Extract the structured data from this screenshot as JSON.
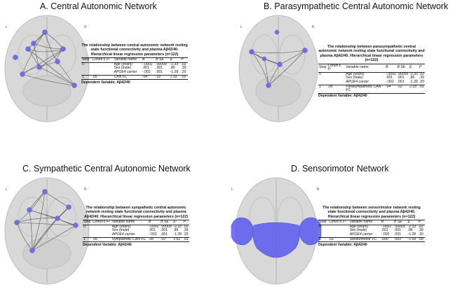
{
  "panels": [
    {
      "title": "A. Central Autonomic Network",
      "caption": "The relationship between central autonomic network resting state functional connectivity and plasma Aβ42/40. Hierarchical linear regression parameters (n=122)",
      "headers": [
        "Step",
        "Cohen's F²",
        "Variable name",
        "B",
        "B SE",
        "β",
        "P"
      ],
      "rows": [
        [
          "0",
          "",
          "Age (years)",
          "-.0002",
          ".00009",
          "-2.33",
          ".02"
        ],
        [
          "",
          "",
          "Sex (male)",
          ".001",
          ".001",
          ".86",
          ".39"
        ],
        [
          "",
          "",
          "APOE4 carrier",
          "-.002",
          ".001",
          "-1.28",
          ".20"
        ],
        [
          "1",
          ".05",
          "CAN FC",
          ".04",
          ".02",
          "2.33",
          ".02"
        ]
      ],
      "dependent": "Dependent Variable: Aβ42/40"
    },
    {
      "title": "B. Parasympathetic Central Autonomic Network",
      "caption": "The relationship between parasympathetic central autonomic network resting state functional connectivity and plasma Aβ42/40. Hierarchical linear regression parameters (n=122)",
      "headers": [
        "Step",
        "Cohen's F²",
        "Variable name",
        "B",
        "B SE",
        "β",
        "P"
      ],
      "rows": [
        [
          "0",
          "",
          "Age (years)",
          "-.0002",
          ".00009",
          "-2.33",
          ".02"
        ],
        [
          "",
          "",
          "Sex (male)",
          ".001",
          ".001",
          ".86",
          ".39"
        ],
        [
          "",
          "",
          "APOE4 carrier",
          "-.002",
          ".001",
          "-1.28",
          ".20"
        ],
        [
          "1",
          ".05",
          "Parasympathetic CAN FC",
          ".04",
          ".02",
          "2.33",
          ".02"
        ]
      ],
      "dependent": "Dependent Variable: Aβ42/40"
    },
    {
      "title": "C. Sympathetic Central Autonomic Network",
      "caption": "The relationship between sympathetic central autonomic network resting state functional connectivity and plasma Aβ42/40. Hierarchical linear regression parameters (n=122)",
      "headers": [
        "Step",
        "Cohen's F²",
        "Variable name",
        "B",
        "B SE",
        "β",
        "P"
      ],
      "rows": [
        [
          "0",
          "",
          "Age (years)",
          "-.0002",
          ".00009",
          "-2.33",
          ".02"
        ],
        [
          "",
          "",
          "Sex (male)",
          ".001",
          ".001",
          ".86",
          ".39"
        ],
        [
          "",
          "",
          "APOE4 carrier",
          "-.002",
          ".001",
          "-1.28",
          ".20"
        ],
        [
          "1",
          ".06",
          "Sympathetic CAN FC",
          ".05",
          ".02",
          "2.62",
          ".01"
        ]
      ],
      "dependent": "Dependent Variable: Aβ42/40"
    },
    {
      "title": "D. Sensorimotor Network",
      "caption": "The relationship between sensorimotor network resting state functional connectivity and plasma Aβ42/40. Hierarchical linear regression parameters (n=122)",
      "headers": [
        "Step",
        "Cohen's F²",
        "Variable name",
        "B",
        "B SE",
        "β",
        "P"
      ],
      "rows": [
        [
          "0",
          "",
          "Age (years)",
          "-.0002",
          ".00009",
          "-2.33",
          ".02"
        ],
        [
          "",
          "",
          "Sex (male)",
          ".001",
          ".001",
          ".86",
          ".39"
        ],
        [
          "",
          "",
          "APOE4 carrier",
          "-.002",
          ".001",
          "-1.28",
          ".20"
        ],
        [
          "1",
          ".02",
          "Sensorimotor FC",
          ".005",
          ".003",
          "-1.69",
          ".09"
        ]
      ],
      "dependent": "Dependent Variable: Aβ42/40"
    }
  ],
  "brain_labels": {
    "left": "L",
    "right": "R"
  },
  "colors": {
    "node": "#6f6fe0",
    "edge": "#333333",
    "network": "#5a5af0",
    "brain": "#d6d6d6"
  }
}
